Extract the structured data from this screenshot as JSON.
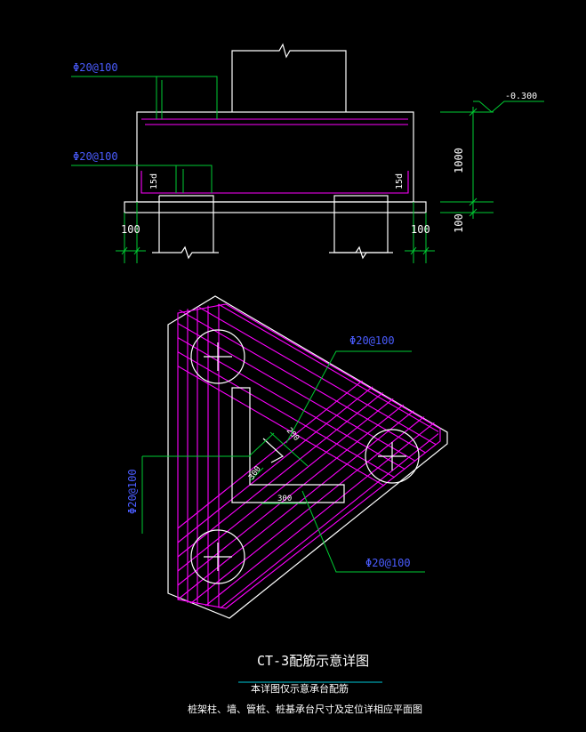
{
  "section": {
    "rebar_top": "Φ20@100",
    "rebar_bottom": "Φ20@100",
    "elevation": "-0.300",
    "height_label": "1000",
    "base_label": "100",
    "left_spacing": "100",
    "right_spacing": "100",
    "anchor_left": "15d",
    "anchor_right": "15d"
  },
  "plan": {
    "rebar_top_right": "Φ20@100",
    "rebar_left": "Φ20@100",
    "rebar_bottom_right": "Φ20@100",
    "dim_a": "300",
    "dim_b": "200",
    "dim_c": "300"
  },
  "titles": {
    "main": "CT-3配筋示意详图",
    "note_1": "本详图仅示意承台配筋",
    "note_2": "桩架柱、墙、管桩、桩基承台尺寸及定位详相应平面图"
  },
  "colors": {
    "background": "#000000",
    "outline": "#ffffff",
    "rebar": "#ff00ff",
    "dimension": "#00cc33",
    "label": "#4a5cff",
    "title_line": "#00c8d8"
  }
}
